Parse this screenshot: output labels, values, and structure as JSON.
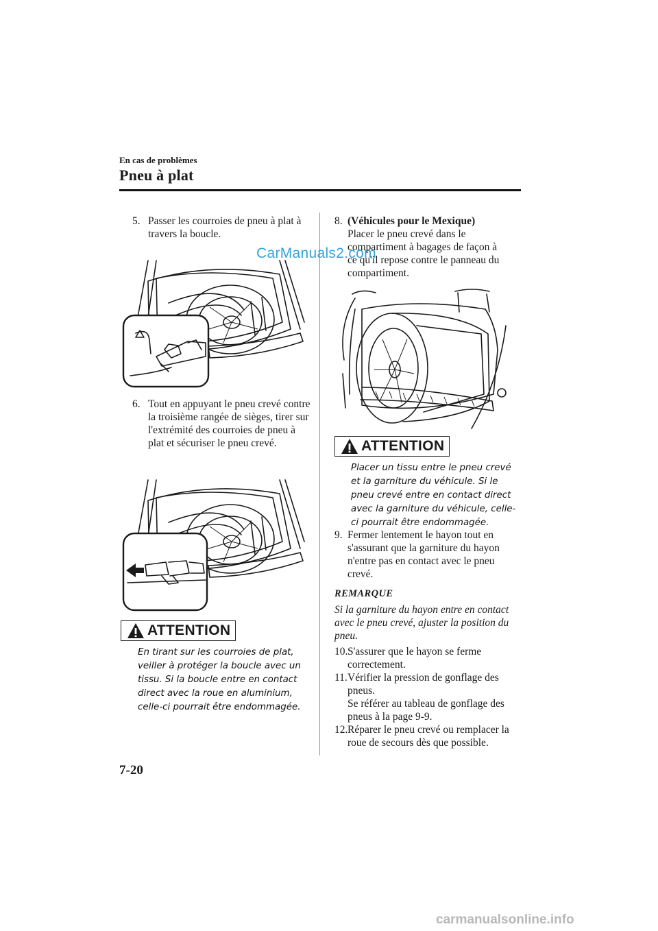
{
  "header": {
    "section": "En cas de problèmes",
    "title": "Pneu à plat"
  },
  "left_column": {
    "step5": {
      "number": "5.",
      "text": "Passer les courroies de pneu à plat à travers la boucle."
    },
    "step6": {
      "number": "6.",
      "text": "Tout en appuyant le pneu crevé contre la troisième rangée de sièges, tirer sur l'extrémité des courroies de pneu à plat et sécuriser le pneu crevé."
    },
    "attention": {
      "label": "ATTENTION",
      "text": "En tirant sur les courroies de plat, veiller à protéger la boucle avec un tissu. Si la boucle entre en contact direct avec la roue en aluminium, celle-ci pourrait être endommagée."
    }
  },
  "right_column": {
    "step8": {
      "number": "8.",
      "heading": "(Véhicules pour le Mexique)",
      "text": "Placer le pneu crevé dans le compartiment à bagages de façon à ce qu'il repose contre le panneau du compartiment."
    },
    "attention": {
      "label": "ATTENTION",
      "text": "Placer un tissu entre le pneu crevé et la garniture du véhicule. Si le pneu crevé entre en contact direct avec la garniture du véhicule, celle-ci pourrait être endommagée."
    },
    "step9": {
      "number": "9.",
      "text": "Fermer lentement le hayon tout en s'assurant que la garniture du hayon n'entre pas en contact avec le pneu crevé."
    },
    "remarque": {
      "title": "REMARQUE",
      "text": "Si la garniture du hayon entre en contact avec le pneu crevé, ajuster la position du pneu."
    },
    "step10": {
      "number": "10.",
      "text": "S'assurer que le hayon se ferme correctement."
    },
    "step11": {
      "number": "11.",
      "text": "Vérifier la pression de gonflage des pneus.",
      "subtext": "Se référer au tableau de gonflage des pneus à la page 9-9."
    },
    "step12": {
      "number": "12.",
      "text": "Réparer le pneu crevé ou remplacer la roue de secours dès que possible."
    }
  },
  "footer": {
    "page_number": "7-20"
  },
  "watermarks": {
    "top": "CarManuals2.com",
    "bottom": "carmanualsonline.info"
  },
  "colors": {
    "watermark_top": "#35a3d6",
    "watermark_bottom": "#b8b8b8",
    "rule": "#111111"
  }
}
